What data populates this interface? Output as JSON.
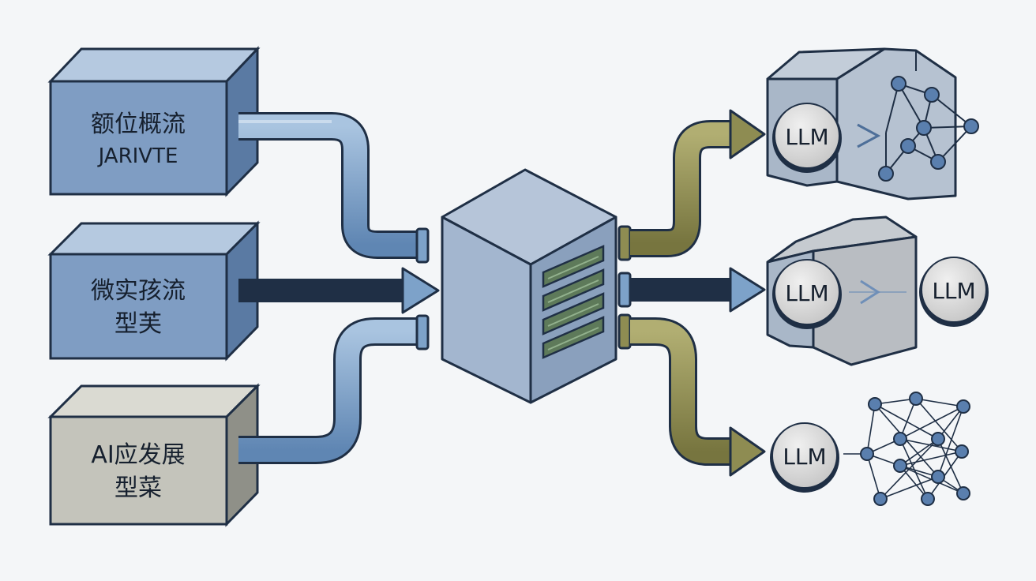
{
  "colors": {
    "background": "#f4f6f8",
    "outline": "#1f2f45",
    "blue_box_front": "#7f9dc3",
    "blue_box_top": "#b5c9e0",
    "blue_box_side": "#5a7aa3",
    "gray_box_front": "#c4c4bb",
    "gray_box_top": "#dadad2",
    "gray_box_side": "#8f9088",
    "blue_pipe": "#7da2c9",
    "olive_pipe": "#8e8c52",
    "llm_circle": "#d9d9d9",
    "network_node": "#5a7fae"
  },
  "sources": [
    {
      "id": "source-1",
      "lines": [
        "额位概流",
        "JARIVTE"
      ],
      "theme": "blue"
    },
    {
      "id": "source-2",
      "lines": [
        "微实孩流",
        "型芙"
      ],
      "theme": "blue"
    },
    {
      "id": "source-3",
      "lines": [
        "AI应发展",
        "型菜"
      ],
      "theme": "gray"
    }
  ],
  "router": {
    "label": ""
  },
  "outputs": [
    {
      "id": "output-1",
      "llm_labels": [
        "LLM"
      ],
      "pipe": "olive",
      "icon": "network-cube"
    },
    {
      "id": "output-2",
      "llm_labels": [
        "LLM",
        "LLM"
      ],
      "pipe": "blue",
      "icon": "llm-chain-cube"
    },
    {
      "id": "output-3",
      "llm_labels": [
        "LLM"
      ],
      "pipe": "olive",
      "icon": "neural-network"
    }
  ]
}
